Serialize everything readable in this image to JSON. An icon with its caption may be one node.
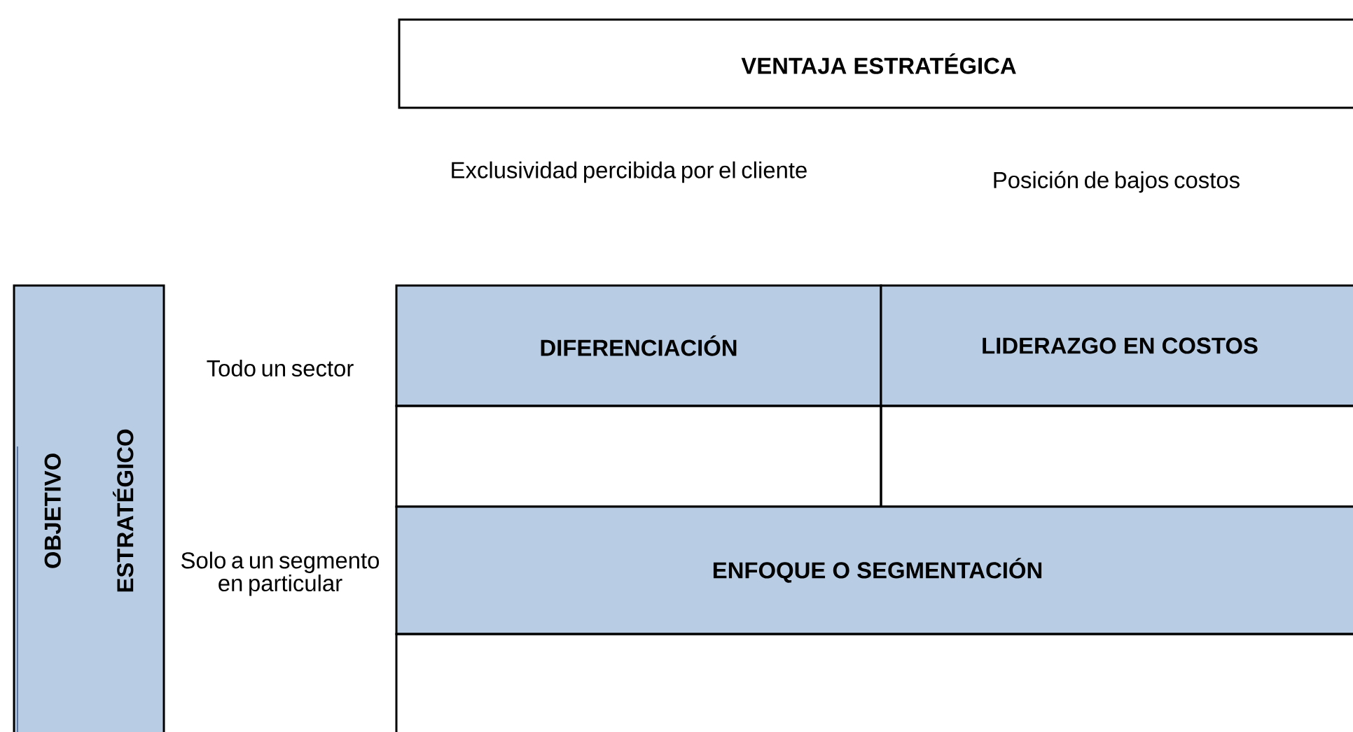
{
  "diagram": {
    "nodes": [
      {
        "text": [
          "VENTAJA ESTRATÉGICA"
        ]
      },
      {
        "text": [
          "OBJETIVO ESTRATÉGICO"
        ]
      },
      {
        "text": [
          "DIFERENCIACIÓN"
        ]
      },
      {
        "text": [
          "LIDERAZGO EN COSTOS"
        ]
      },
      {
        "text": [],
        "shape": "box"
      },
      {
        "text": [],
        "shape": "box"
      },
      {
        "text": [
          "ENFOQUE O SEGMENTACIÓN"
        ]
      },
      {
        "text": [],
        "shape": "box"
      }
    ],
    "labels": [
      "Exclusividad percibida por el cliente",
      "Posición de bajos costos",
      "Todo un sector",
      "Solo a un segmento en particular"
    ]
  }
}
